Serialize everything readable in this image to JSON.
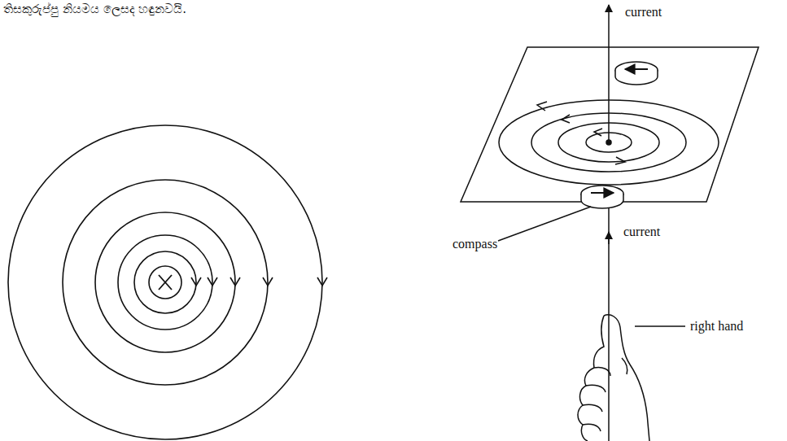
{
  "diagram": {
    "labels": [
      "තිසකුරුප්පු නියමය ලෙසද හඳුනවයි.",
      "current",
      "current",
      "compass",
      "right hand"
    ]
  }
}
